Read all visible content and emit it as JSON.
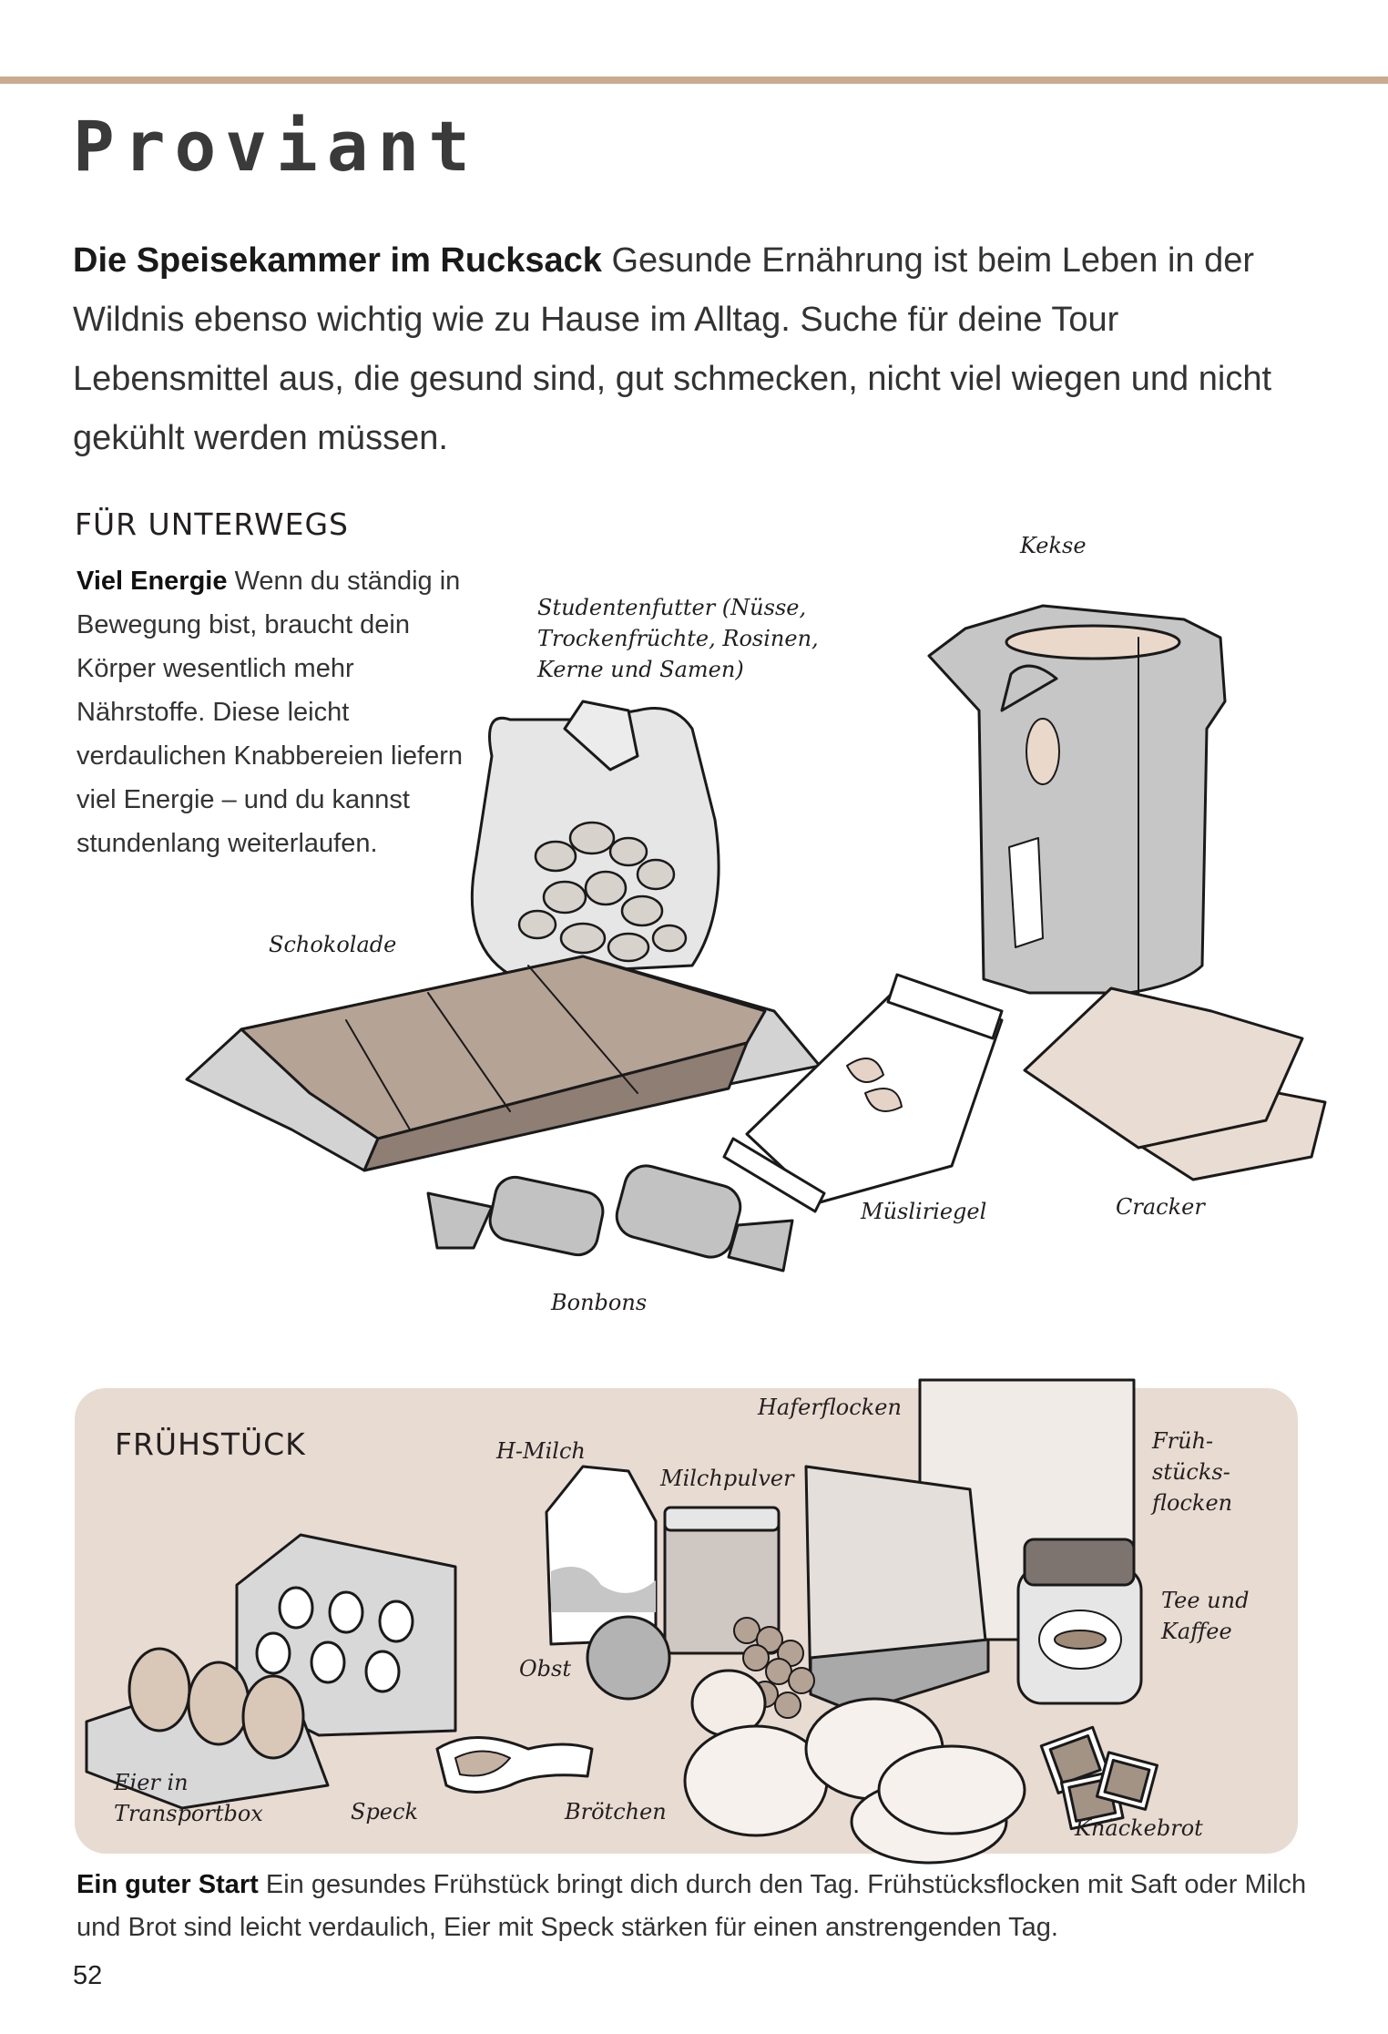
{
  "page": {
    "title": "Proviant",
    "page_number": "52",
    "colors": {
      "rule": "#c9ab8f",
      "panel": "#e8dbd1",
      "text": "#231f20"
    }
  },
  "intro": {
    "lead": "Die Speisekammer im Rucksack",
    "body": "Gesunde Ernährung ist beim Leben in der Wildnis ebenso wichtig wie zu Hause im Alltag. Suche für deine Tour Lebensmittel aus, die gesund sind, gut schmecken, nicht viel wiegen und nicht gekühlt werden müssen."
  },
  "unterwegs": {
    "heading": "FÜR UNTERWEGS",
    "lead": "Viel Energie",
    "body": "Wenn du ständig in Bewegung bist, braucht dein Körper wesentlich mehr Nährstoffe. Diese leicht verdaulichen Knabbereien liefern viel Energie – und du kannst stundenlang weiterlaufen.",
    "labels": {
      "kekse": "Kekse",
      "studentenfutter": "Studentenfutter (Nüsse,\nTrockenfrüchte, Rosinen,\nKerne und Samen)",
      "schokolade": "Schokolade",
      "muesliriegel": "Müsliriegel",
      "cracker": "Cracker",
      "bonbons": "Bonbons"
    }
  },
  "fruehstueck": {
    "heading": "FRÜHSTÜCK",
    "labels": {
      "haferflocken": "Haferflocken",
      "h_milch": "H-Milch",
      "milchpulver": "Milchpulver",
      "fruehstuecksflocken": "Früh-\nstücks-\nflocken",
      "tee_kaffee": "Tee und\nKaffee",
      "obst": "Obst",
      "eier": "Eier in\nTransportbox",
      "speck": "Speck",
      "broetchen": "Brötchen",
      "knaeckebrot": "Knäckebrot"
    },
    "caption_lead": "Ein guter Start",
    "caption_body": "Ein gesundes Frühstück bringt dich durch den Tag. Frühstücksflocken mit Saft oder Milch und Brot sind leicht verdaulich, Eier mit Speck stärken für einen anstrengenden Tag."
  }
}
